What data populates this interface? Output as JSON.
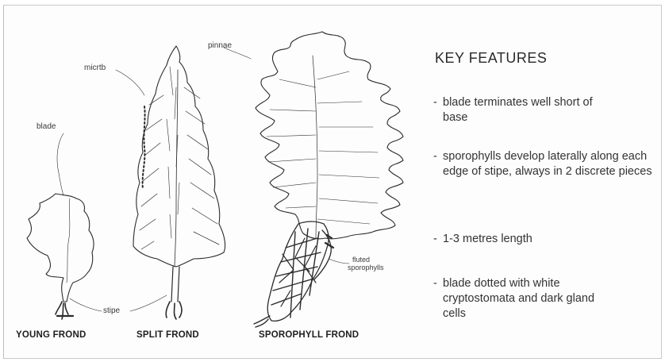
{
  "labels": {
    "micrtb": "micrtb",
    "blade": "blade",
    "pinnae": "pinnae",
    "stipe": "stipe",
    "fluted_sporophylls_1": "fluted",
    "fluted_sporophylls_2": "sporophylls"
  },
  "captions": {
    "young": "YOUNG FROND",
    "split": "SPLIT FROND",
    "sporophyll": "SPOROPHYLL FROND"
  },
  "key": {
    "title": "KEY FEATURES",
    "features": [
      {
        "dash": "-",
        "text": "blade terminates well short of base"
      },
      {
        "dash": "-",
        "text": "sporophylls develop laterally along each edge of stipe, always in 2 discrete pieces"
      },
      {
        "dash": "-",
        "text": "1-3 metres length"
      },
      {
        "dash": "-",
        "text": "blade dotted with white cryptostomata and dark gland cells"
      }
    ]
  }
}
